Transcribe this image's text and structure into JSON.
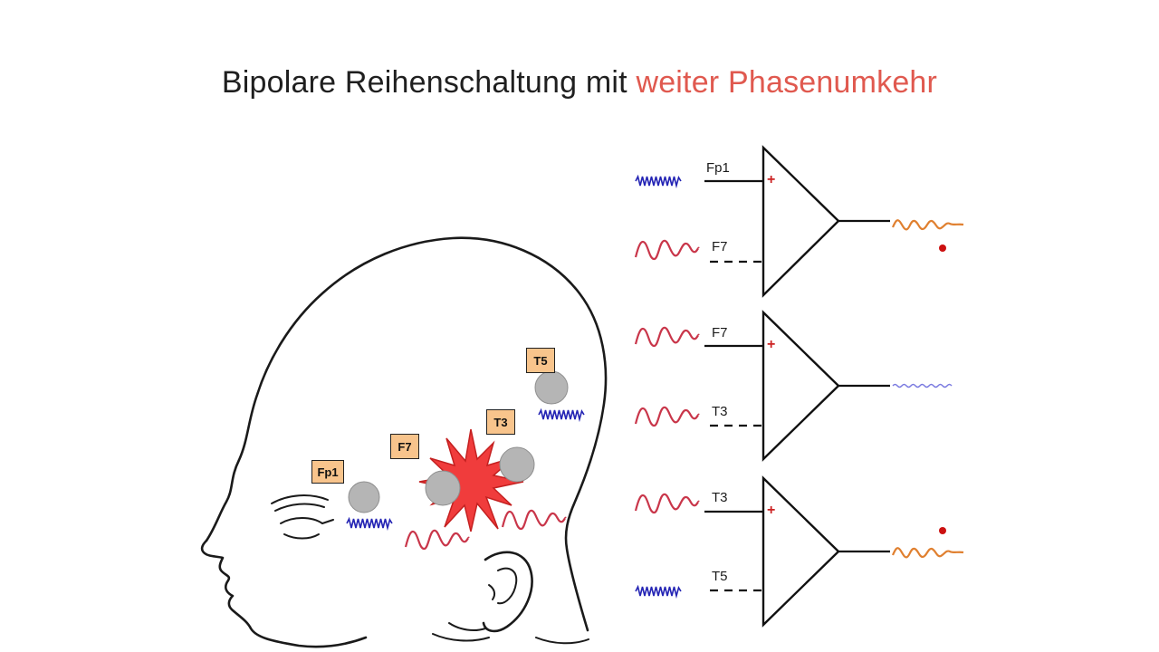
{
  "title": {
    "text_black": "Bipolare Reihenschaltung mit",
    "text_red": "weiter Phasenumkehr",
    "red_color": "#e0594f"
  },
  "head_diagram": {
    "electrodes": [
      {
        "label": "Fp1",
        "input_wave": "fast-blue-small"
      },
      {
        "label": "F7",
        "input_wave": "red-slow-large"
      },
      {
        "label": "T3",
        "input_wave": "red-slow-large"
      },
      {
        "label": "T5",
        "input_wave": "fast-blue-small"
      }
    ],
    "focus_marker": "red-starburst",
    "focus_location": "between F7 and T3"
  },
  "amplifiers": [
    {
      "polarity": "+",
      "input_top": {
        "label": "Fp1",
        "wave": "fast-blue-small",
        "line_style": "solid"
      },
      "input_bottom": {
        "label": "F7",
        "wave": "red-slow-large",
        "line_style": "dashed"
      },
      "output": {
        "wave": "orange-slow",
        "marker": "red-dot-below"
      }
    },
    {
      "polarity": "+",
      "input_top": {
        "label": "F7",
        "wave": "red-slow-large",
        "line_style": "solid"
      },
      "input_bottom": {
        "label": "T3",
        "wave": "red-slow-large",
        "line_style": "dashed"
      },
      "output": {
        "wave": "flat-blue-low-amplitude",
        "marker": "none"
      }
    },
    {
      "polarity": "+",
      "input_top": {
        "label": "T3",
        "wave": "red-slow-large",
        "line_style": "solid"
      },
      "input_bottom": {
        "label": "T5",
        "wave": "fast-blue-small",
        "line_style": "dashed"
      },
      "output": {
        "wave": "orange-slow",
        "marker": "red-dot-above"
      }
    }
  ],
  "colors": {
    "title_highlight": "#e0594f",
    "electrode_box_bg": "#f8c48c",
    "electrode_circle": "#b5b5b5",
    "star_fill": "#f03c3c",
    "star_stroke": "#c42020",
    "wave_blue": "#2424b4",
    "wave_red": "#c9364a",
    "wave_orange": "#e08030",
    "wave_flat_blue": "#7a7ae0",
    "red_dot": "#cc1111",
    "plus_sign": "#cc2222",
    "line_black": "#111111"
  }
}
